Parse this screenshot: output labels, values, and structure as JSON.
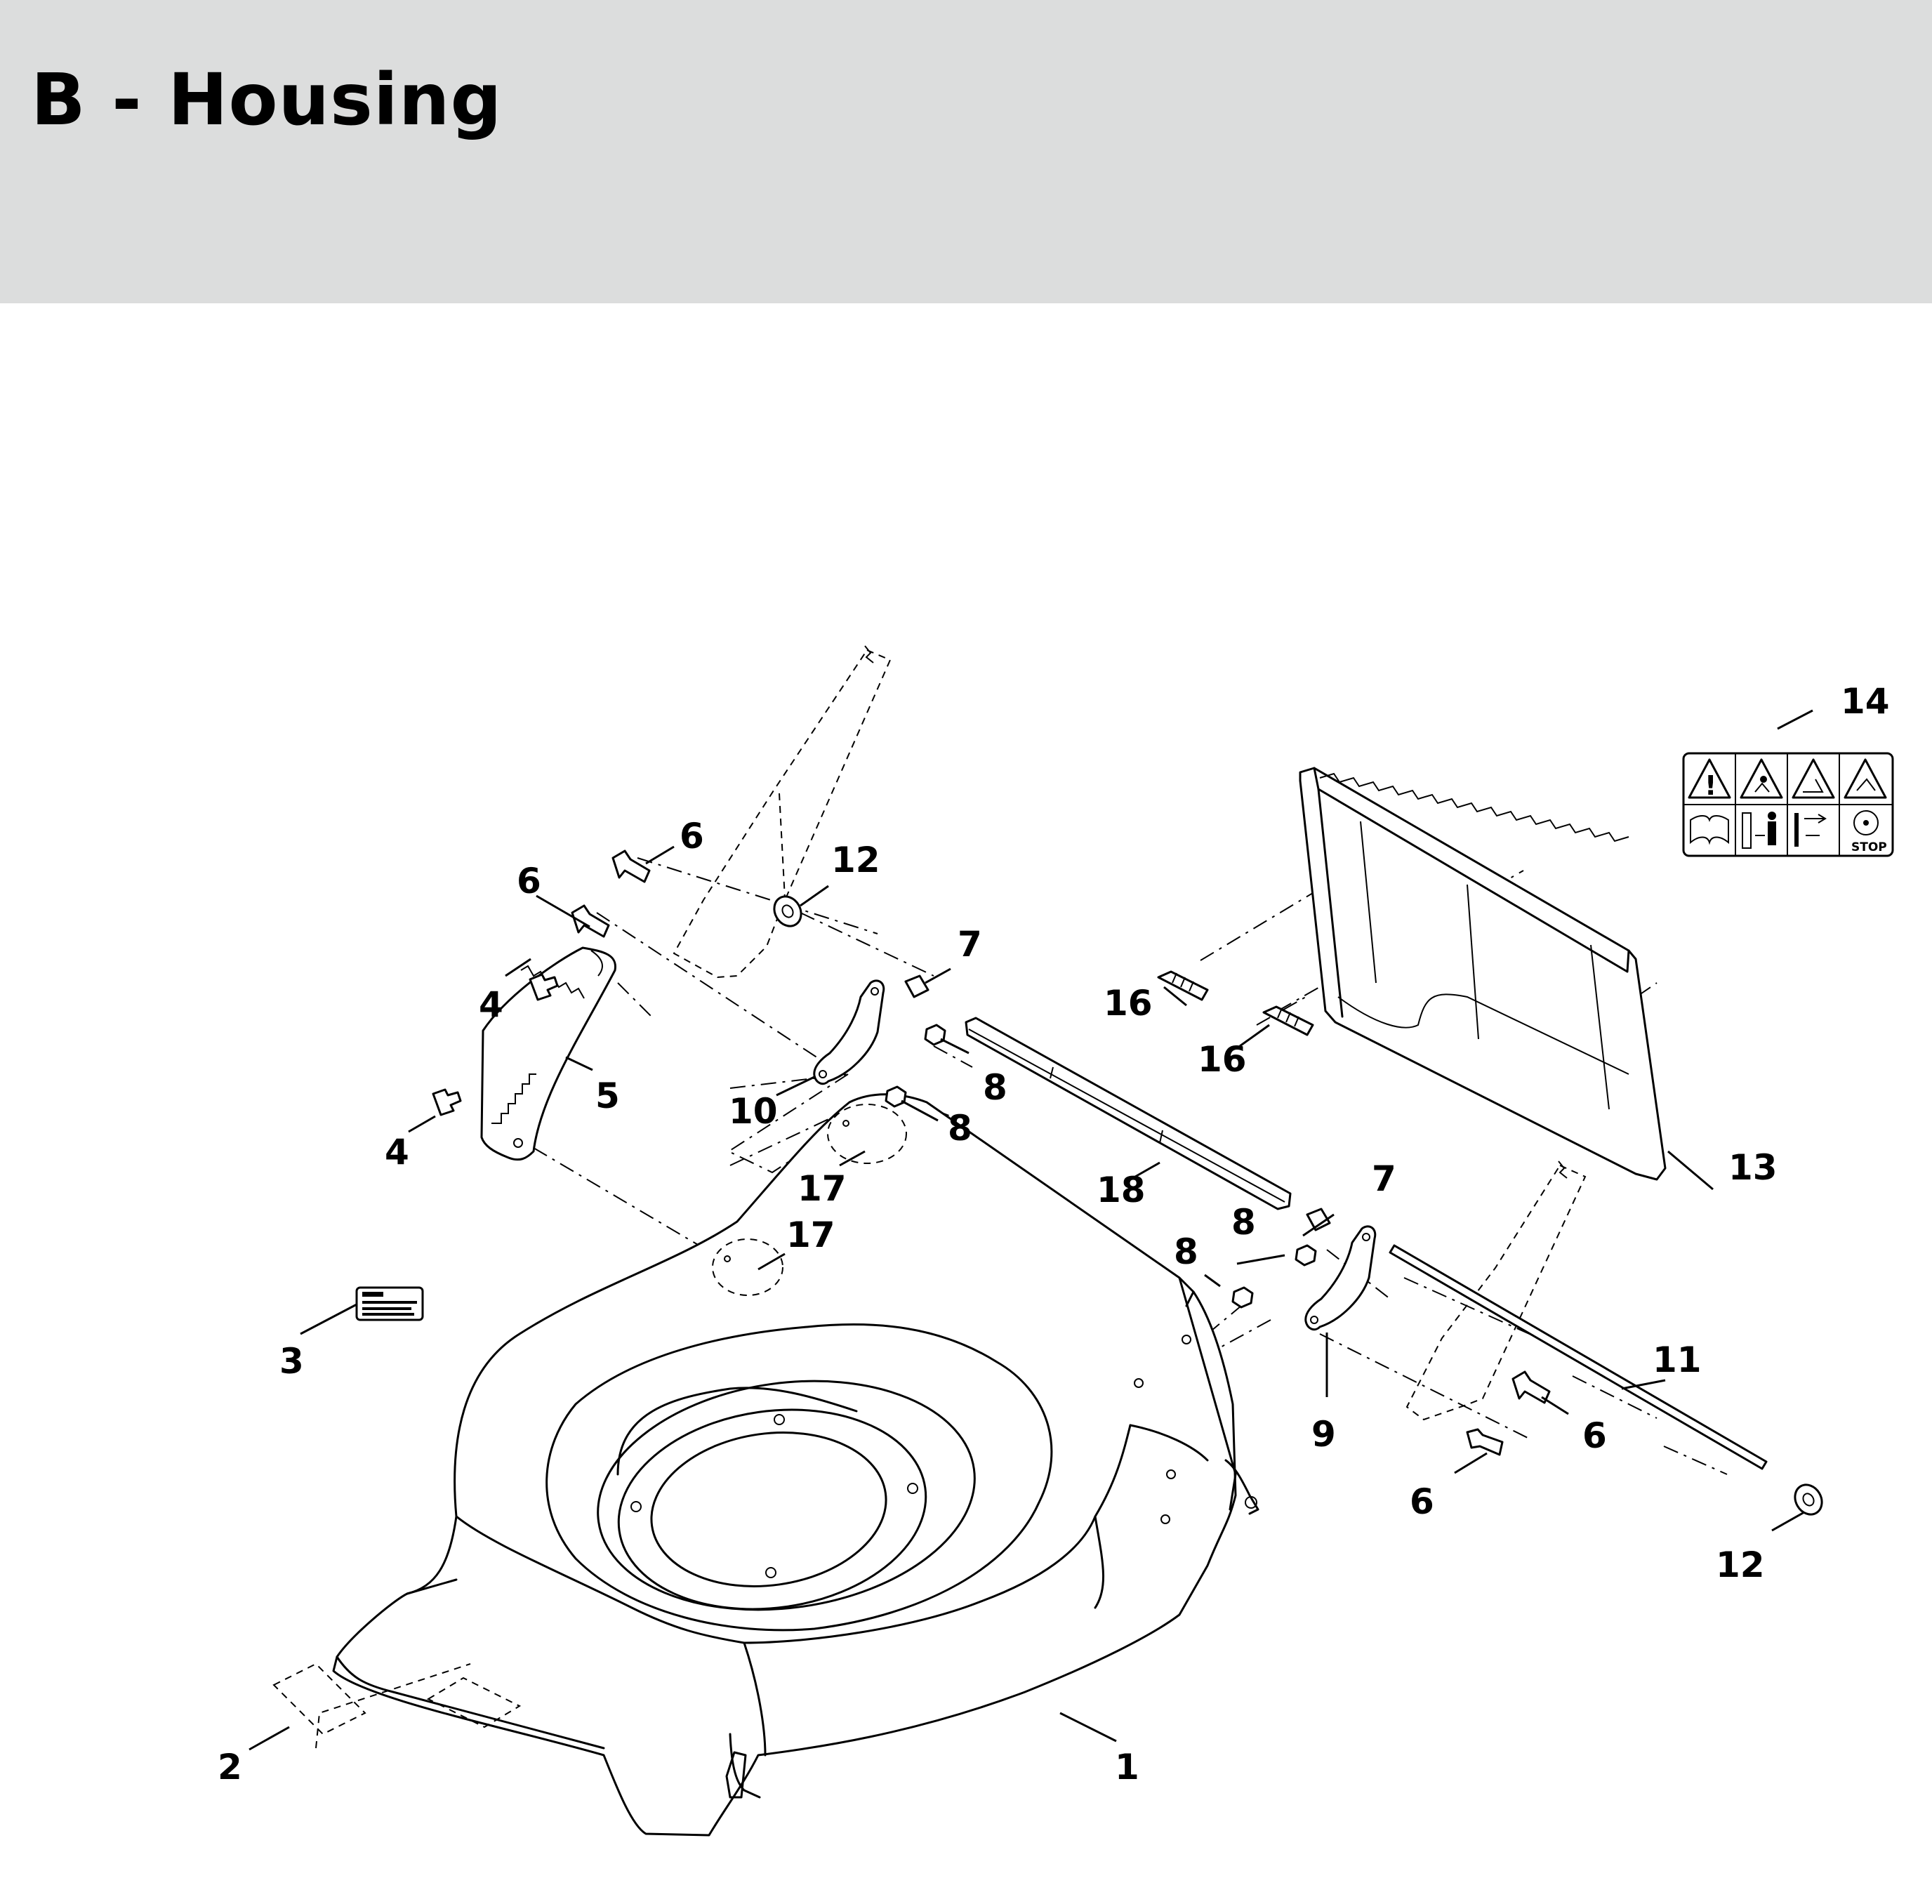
{
  "header": {
    "title": "B - Housing",
    "background": "#dcdddd"
  },
  "diagram": {
    "callouts": {
      "c1": "1",
      "c2": "2",
      "c3": "3",
      "c4a": "4",
      "c4b": "4",
      "c5": "5",
      "c6a": "6",
      "c6b": "6",
      "c6c": "6",
      "c6d": "6",
      "c7a": "7",
      "c7b": "7",
      "c8a": "8",
      "c8b": "8",
      "c8c": "8",
      "c8d": "8",
      "c9": "9",
      "c10": "10",
      "c11": "11",
      "c12a": "12",
      "c12b": "12",
      "c13": "13",
      "c14": "14",
      "c16a": "16",
      "c16b": "16",
      "c17a": "17",
      "c17b": "17",
      "c18": "18"
    },
    "warning_label": {
      "stop_text": "STOP"
    }
  }
}
